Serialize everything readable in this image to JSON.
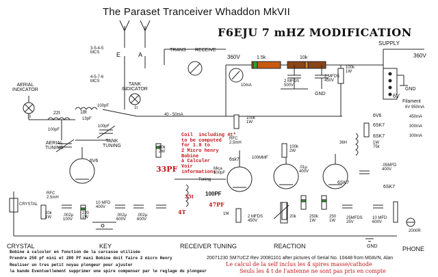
{
  "title": "The Paraset Tranceiver Whaddon MkVII",
  "modification": "F6EJU   7 mHZ MODIFICATION",
  "supply": {
    "label": "SUPPLY",
    "v360": "360V",
    "v6": "6V",
    "gnd": "GND",
    "filament": "Filament",
    "f1": "6V 950mA",
    "f2": "450mA",
    "f3": "300mA",
    "f4": "300mA"
  },
  "top": {
    "e": "E",
    "a": "A",
    "trans": "TRANS",
    "receive": "RECEIVE",
    "v360": "360V",
    "r15k": "1.5k",
    "r10k": "10k",
    "ma10": "10mA",
    "c2mfd": "2 MFDS\n500V",
    "c2mfd2": "2 MFDS\n450V",
    "r100k": "100k\n1W",
    "gnd": "GND"
  },
  "tubes": {
    "v1": "6V6",
    "v2": "6sk7",
    "v3": "6SK7",
    "v4": "6SK7",
    "l1": "6V6",
    "l2": "6SK7",
    "l3": "6SK7"
  },
  "indicators": {
    "aerial": "AERIAL\nINDICATOR",
    "tank": "TANK\nINDICATOR",
    "bulb1": "1t",
    "bulb2": "1t"
  },
  "switch_labels": [
    "3-5-4-5\nMCS",
    "4-5-7-6\nMCS"
  ],
  "labels": {
    "c22t": "22t",
    "c100p1": "100pF",
    "c18t": "18t",
    "c100p2": "100pF",
    "c13p": "13pF",
    "c100p3": "100pF",
    "aerial_tuning": "AERIAL\nTUNING",
    "tank_tuning": "TANK\nTUNING",
    "ma4050": "40 - 50mA",
    "r100k1w": "100k\n1W",
    "rfc1": "RFC\n2.5mH",
    "r20k": "20k\n2W",
    "c33pf": "33PF",
    "mica": "Mica\n100pF",
    "c100mmf": "100MMF",
    "r100k2w": "100k\n2W",
    "r1m": "1M",
    "tuning": "Tuning",
    "c100pf": "100PF",
    "c47pf": "47PF",
    "t25": "25t",
    "t4": "4T",
    "c01": ".01µ\n400V",
    "l36h": "36H",
    "r1w75k": "1W\n75k",
    "c05": ".05MFD\n400V",
    "c2mfds450": "2 MFDS\n450V",
    "r20k3": "20k",
    "r250k": "250k\n1W",
    "r250": "250\n1W",
    "c25mfd": "25MFDS\n25V",
    "c10mfd": "10 MFD\n600V",
    "phone2000": "2000R",
    "rfc2": "RFC\n2.5mH",
    "r20k1w": "20k\n1W",
    "r220": "220\n1W",
    "c002a": ".002µ\n100V",
    "c002b": ".002µ\n600V",
    "c002c": ".002µ\n600V",
    "c10mfd400": "10 MFD\n400V",
    "crystal_small": "CRYSTAL",
    "gnd2": "GND"
  },
  "sections": {
    "crystal": "CRYSTAL",
    "key": "KEY",
    "receiver_tuning": "RECEIVER TUNING",
    "reaction": "REACTION",
    "phone": "PHONE"
  },
  "coil_note": "Coil  including 4t*\nto be computed\nfor 1.9 to\n2 Micro henry\nBobine\nà Calculer\nVoir\ninformations",
  "footer": {
    "note1": "Bobine à calculer en fonction de la carcasse utilisée",
    "note2": "Prendre 250 pf mini  et 280 Pf maxi Bobine doit faire 2 micro Henry",
    "note3": "Realiser un tres petit noyau plongeur pour ajuster",
    "note4": "la bande   Eventuellement supprimer une spire compenser par le reglage du plongeur",
    "credit": "20071230  SM7UCZ   Rev 20081101 after pictures of Serial No. 10448 from M0AVN, Alan",
    "red1": "Le calcul de la self inclus les 4 spires masse/cathode",
    "red2": "Seuls les 4 t de l'antenne ne sont pas pris en compte"
  },
  "colors": {
    "ink": "#111111",
    "annotation_red": "#c0161a",
    "resistor_green": "#3a9a2a",
    "resistor_brown": "#7a3b10",
    "resistor_orange": "#d86a10"
  }
}
